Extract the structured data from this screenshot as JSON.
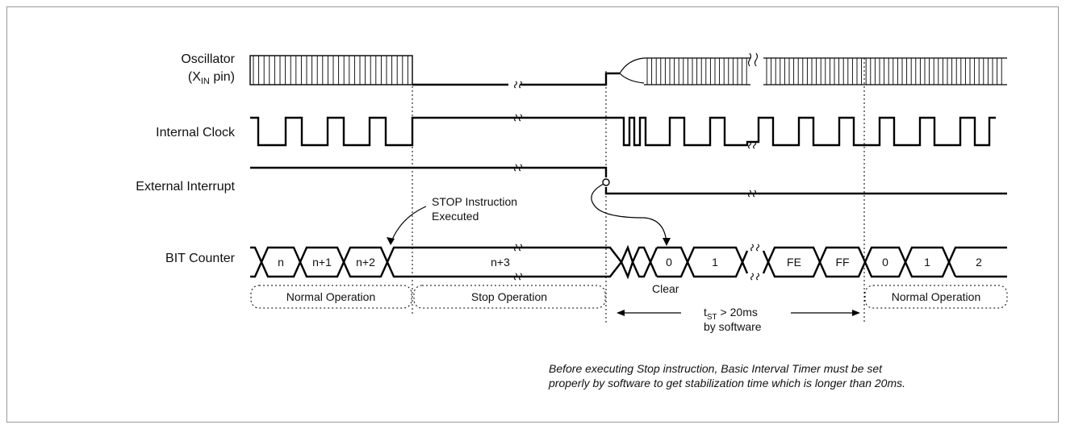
{
  "signals": {
    "osc_line1": "Oscillator",
    "osc_line2_pre": "(X",
    "osc_line2_sub": "IN",
    "osc_line2_post": " pin)",
    "internal_clock": "Internal Clock",
    "external_interrupt": "External Interrupt",
    "bit_counter": "BIT Counter"
  },
  "bit_counter_values": [
    "n",
    "n+1",
    "n+2",
    "n+3",
    "0",
    "1",
    "FE",
    "FF",
    "0",
    "1",
    "2"
  ],
  "annotations": {
    "stop_instruction_line1": "STOP Instruction",
    "stop_instruction_line2": "Executed",
    "clear": "Clear",
    "tst_pre": "t",
    "tst_sub": "ST",
    "tst_post": " > 20ms",
    "tst_line2": "by software"
  },
  "phases": {
    "normal_1": "Normal Operation",
    "stop": "Stop Operation",
    "normal_2": "Normal Operation"
  },
  "footnote": {
    "line1": "Before executing Stop instruction, Basic Interval Timer must be set",
    "line2": "properly by software to get stabilization time which is longer than 20ms."
  }
}
